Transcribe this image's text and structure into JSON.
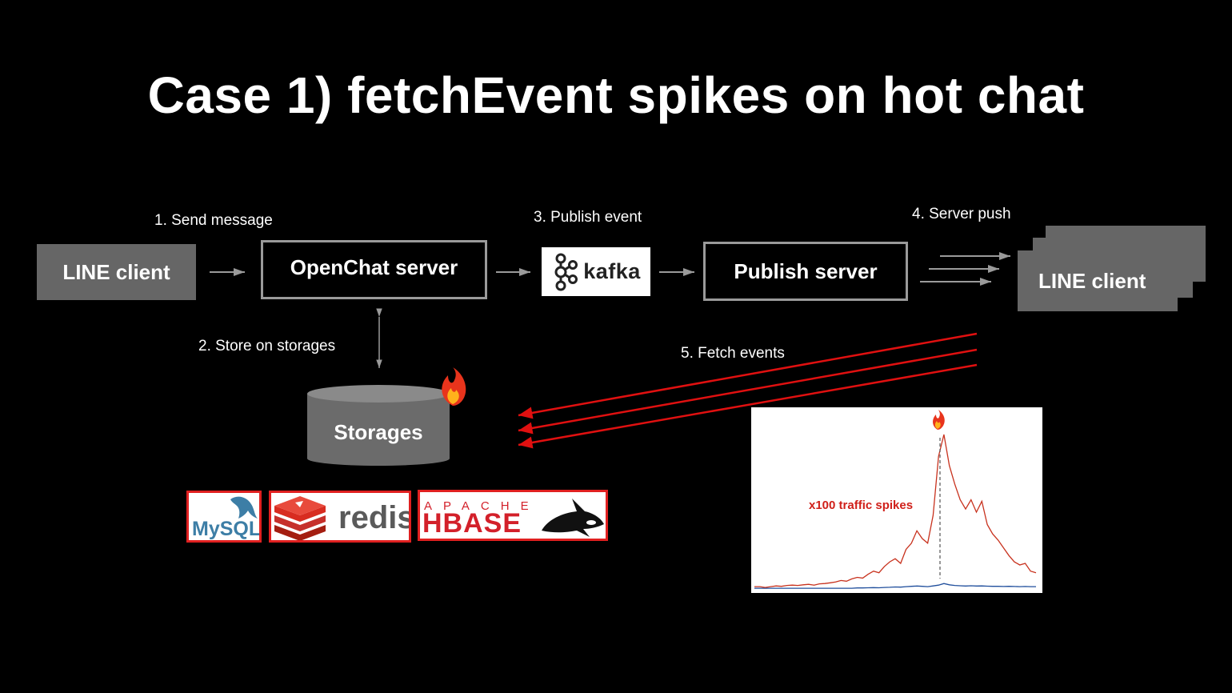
{
  "title": "Case 1) fetchEvent spikes on hot chat",
  "steps": {
    "send": "1. Send message",
    "store": "2. Store on storages",
    "publish": "3. Publish event",
    "push": "4. Server push",
    "fetch": "5. Fetch events"
  },
  "nodes": {
    "line_client_left": "LINE client",
    "openchat_server": "OpenChat server",
    "kafka": "kafka",
    "publish_server": "Publish server",
    "line_client_right": "LINE client",
    "storages": "Storages"
  },
  "logos": {
    "mysql": "MySQL",
    "redis": "redis",
    "hbase_top": "APACHE",
    "hbase_main": "HBASE"
  },
  "colors": {
    "background": "#000000",
    "grey_box": "#666666",
    "fetch_arrow": "#e01010",
    "spike_line": "#c8321e",
    "baseline": "#1f4e9c"
  },
  "chart_data": {
    "type": "line",
    "annotation": "x100 traffic spikes",
    "series": [
      {
        "values": [
          2,
          2,
          1.5,
          2,
          2.5,
          2.2,
          2.8,
          3,
          2.8,
          3.2,
          3.5,
          3,
          3.8,
          4,
          4.5,
          5,
          6,
          5.5,
          7,
          8,
          7.5,
          10,
          12,
          11,
          15,
          18,
          20,
          17,
          26,
          30,
          38,
          33,
          30,
          48,
          86,
          100,
          80,
          68,
          58,
          52,
          58,
          50,
          57,
          42,
          36,
          32,
          27,
          22,
          18,
          16,
          17,
          12,
          11
        ],
        "color": "#c8321e"
      },
      {
        "values": [
          1,
          1,
          1,
          1,
          1,
          1,
          1,
          1,
          1,
          1,
          1,
          1,
          1,
          1,
          1,
          1,
          1,
          1,
          1,
          1.2,
          1.2,
          1.3,
          1.4,
          1.3,
          1.5,
          1.6,
          1.8,
          1.7,
          2,
          2.2,
          2.4,
          2.2,
          2,
          2.5,
          3,
          4,
          3.2,
          2.8,
          2.6,
          2.4,
          2.6,
          2.4,
          2.5,
          2.3,
          2.2,
          2.2,
          2.1,
          2.2,
          2.1,
          2,
          2.1,
          2,
          2
        ],
        "color": "#1f4e9c"
      }
    ]
  }
}
